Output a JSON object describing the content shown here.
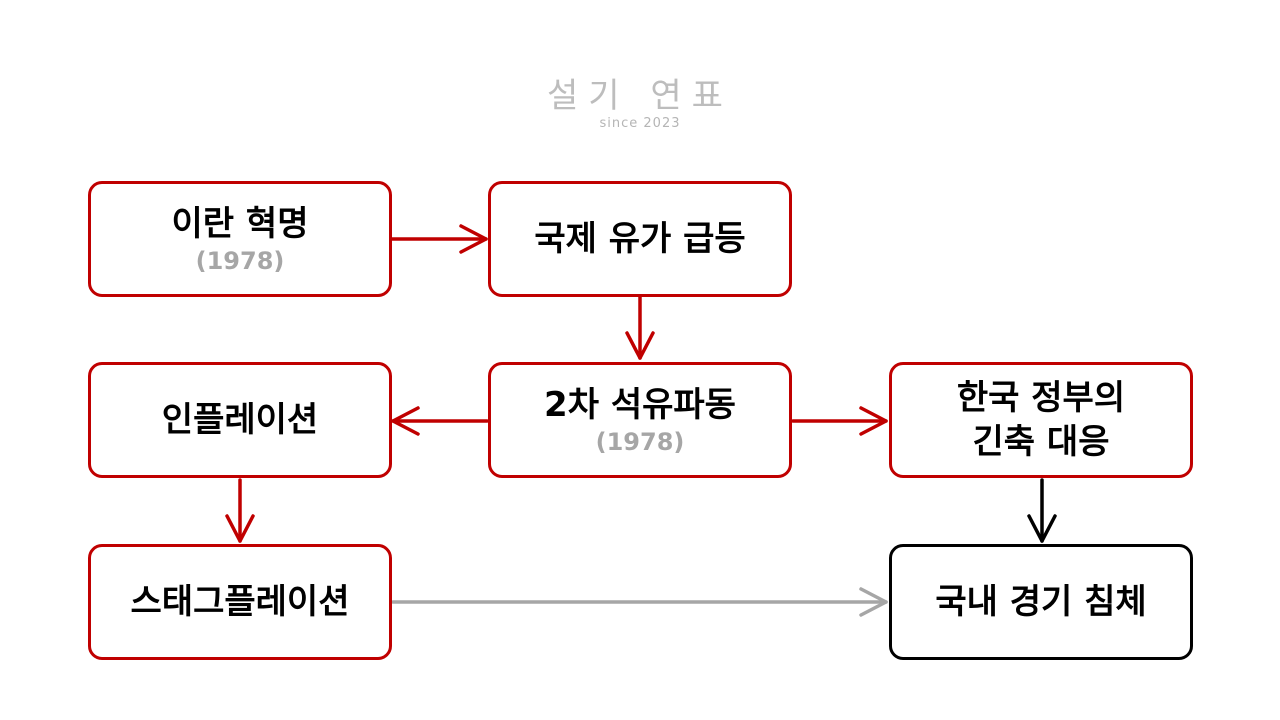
{
  "watermark": {
    "title": "설기 연표",
    "subtitle": "since 2023"
  },
  "nodes": [
    {
      "id": "iran-revolution",
      "label": "이란 혁명",
      "year": "(1978)"
    },
    {
      "id": "oil-price-surge",
      "label": "국제 유가 급등",
      "year": ""
    },
    {
      "id": "second-oil-shock",
      "label": "2차 석유파동",
      "year": "(1978)"
    },
    {
      "id": "inflation",
      "label": "인플레이션",
      "year": ""
    },
    {
      "id": "korea-austerity",
      "label": "한국 정부의\n긴축 대응",
      "year": ""
    },
    {
      "id": "stagflation",
      "label": "스태그플레이션",
      "year": ""
    },
    {
      "id": "domestic-recession",
      "label": "국내 경기 침체",
      "year": ""
    }
  ],
  "edges": [
    {
      "from": "iran-revolution",
      "to": "oil-price-surge",
      "color": "#c00000"
    },
    {
      "from": "oil-price-surge",
      "to": "second-oil-shock",
      "color": "#c00000"
    },
    {
      "from": "second-oil-shock",
      "to": "inflation",
      "color": "#c00000"
    },
    {
      "from": "second-oil-shock",
      "to": "korea-austerity",
      "color": "#c00000"
    },
    {
      "from": "inflation",
      "to": "stagflation",
      "color": "#c00000"
    },
    {
      "from": "korea-austerity",
      "to": "domestic-recession",
      "color": "#000000"
    },
    {
      "from": "stagflation",
      "to": "domestic-recession",
      "color": "#a6a6a6"
    }
  ],
  "colors": {
    "accent": "#c00000",
    "neutral_border": "#000000",
    "muted": "#a6a6a6"
  }
}
